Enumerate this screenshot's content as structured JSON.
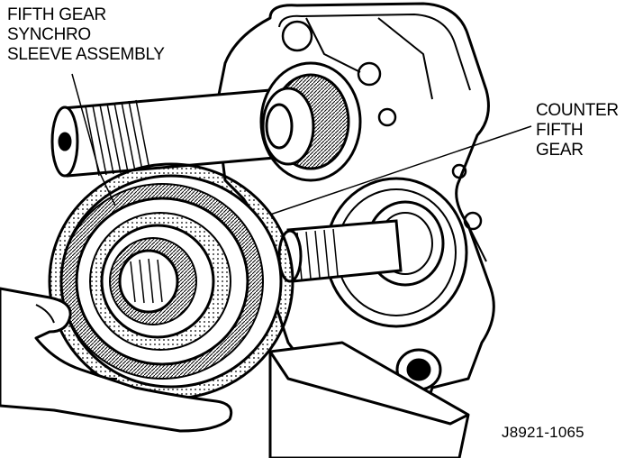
{
  "labels": {
    "fifth_gear_synchro": {
      "line1": "FIFTH GEAR",
      "line2": "SYNCHRO",
      "line3": "SLEEVE ASSEMBLY"
    },
    "counter_fifth_gear": {
      "line1": "COUNTER",
      "line2": "FIFTH",
      "line3": "GEAR"
    }
  },
  "figure_code": "J8921-1065",
  "colors": {
    "ink": "#000000",
    "paper": "#ffffff"
  }
}
